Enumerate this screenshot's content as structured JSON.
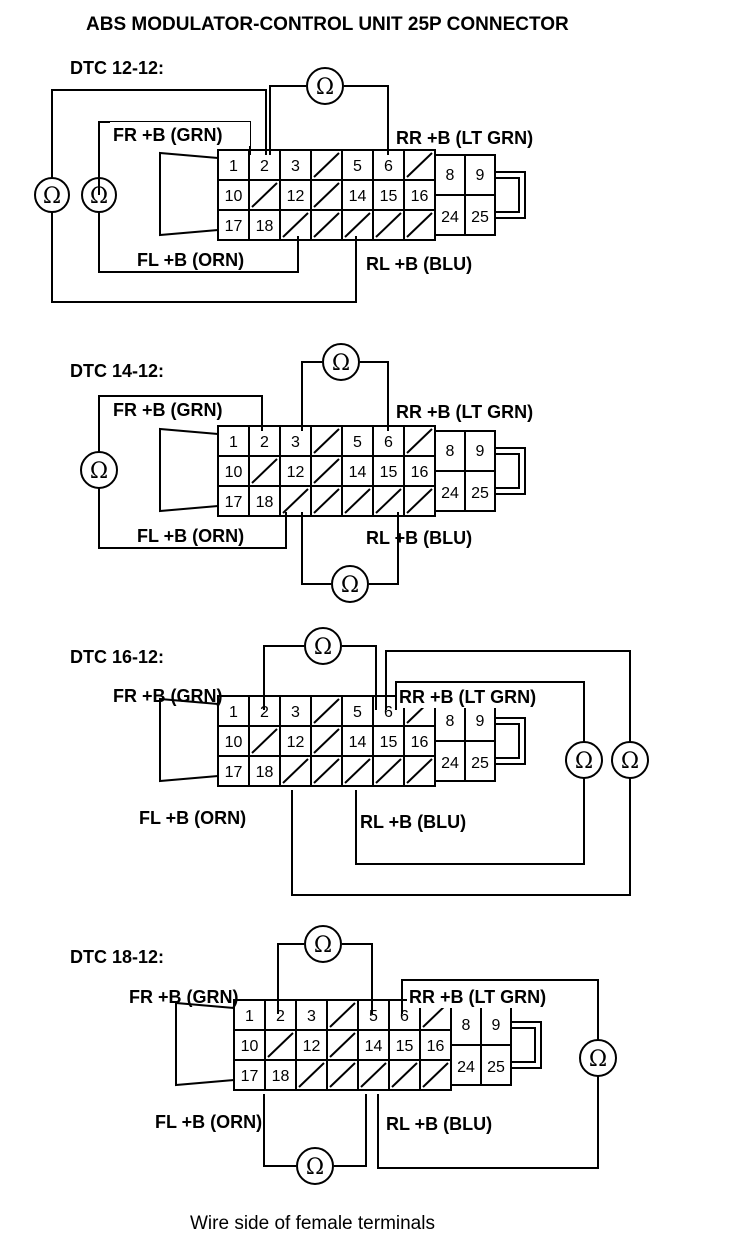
{
  "title": "ABS MODULATOR-CONTROL UNIT 25P CONNECTOR",
  "caption": "Wire side of female terminals",
  "ohm_symbol": "Ω",
  "labels": {
    "fr": "FR +B (GRN)",
    "rr": "RR +B (LT GRN)",
    "fl": "FL +B (ORN)",
    "rl": "RL +B (BLU)"
  },
  "connector": {
    "row1": [
      "1",
      "2",
      "3",
      "",
      "5",
      "6",
      ""
    ],
    "row2": [
      "10",
      "",
      "12",
      "",
      "14",
      "15",
      "16"
    ],
    "row3": [
      "17",
      "18",
      "",
      "",
      "",
      "",
      ""
    ],
    "right_pins": [
      "8",
      "9",
      "24",
      "25"
    ]
  },
  "diagrams": [
    {
      "dtc": "DTC 12-12:"
    },
    {
      "dtc": "DTC 14-12:"
    },
    {
      "dtc": "DTC 16-12:"
    },
    {
      "dtc": "DTC 18-12:"
    }
  ]
}
